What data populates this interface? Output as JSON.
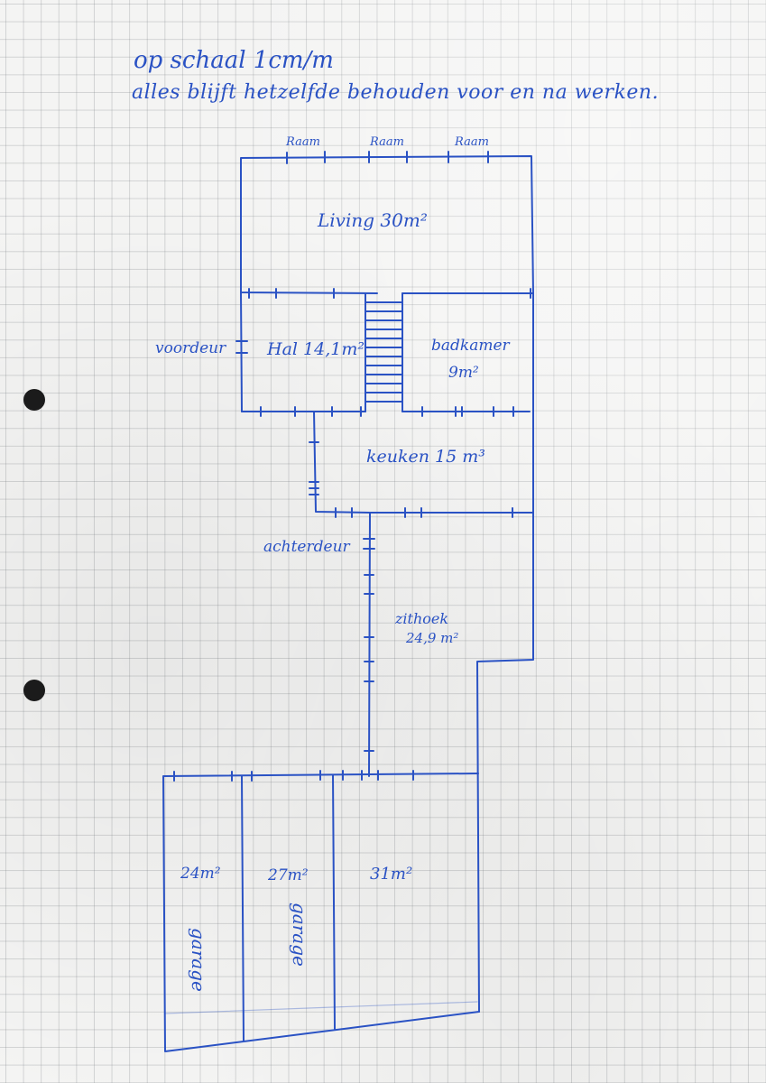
{
  "header": {
    "line1": "op schaal 1cm/m",
    "line2": "alles blijft hetzelfde behouden voor en na werken."
  },
  "plan": {
    "windows": [
      "Raam",
      "Raam",
      "Raam"
    ],
    "rooms": {
      "living": "Living 30m²",
      "hal": "Hal 14,1m²",
      "badkamer_name": "badkamer",
      "badkamer_area": "9m²",
      "keuken": "keuken 15 m³",
      "zithoek_name": "zithoek",
      "zithoek_area": "24,9 m²",
      "garage1_area": "24m²",
      "garage1_name": "garage",
      "garage2_area": "27m²",
      "garage2_name": "garage",
      "garage3_area": "31m²"
    },
    "doors": {
      "front": "voordeur",
      "back": "achterdeur"
    }
  },
  "colors": {
    "ink": "#2a52c4",
    "paper": "#f4f4f3",
    "grid": "#8a8f96",
    "punch_hole": "#1b1b1b"
  }
}
